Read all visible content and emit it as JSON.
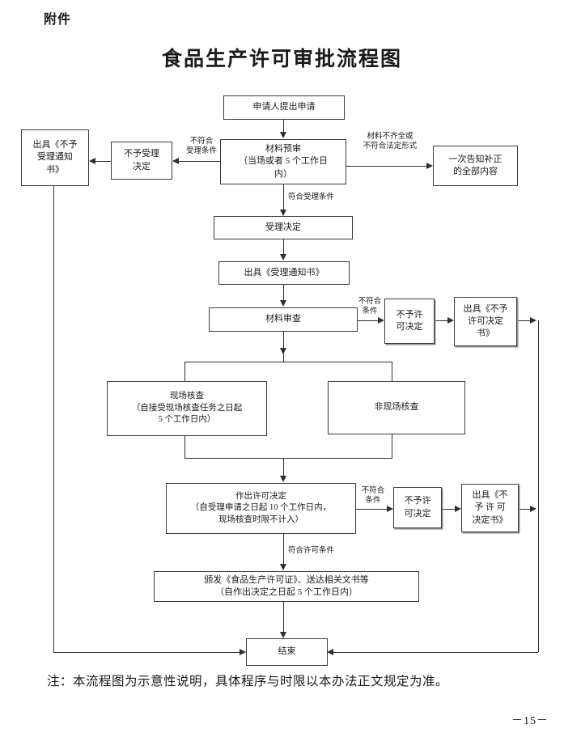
{
  "document": {
    "attachment_label": "附件",
    "title": "食品生产许可审批流程图",
    "footer_note": "注：本流程图为示意性说明，具体程序与时限以本办法正文规定为准。",
    "page_number": "－15－"
  },
  "nodes": {
    "apply": "申请人提出申请",
    "pre_review": "材料预审\n（当场或者 5 个工作日\n内）",
    "reject_accept_decision": "不予受理\n决定",
    "issue_reject_accept_notice": "出具《不予\n受理通知\n书》",
    "notify_correction": "一次告知补正\n的全部内容",
    "accept_decision": "受理决定",
    "issue_accept_notice": "出具《受理通知书》",
    "material_review": "材料审查",
    "reject_permit_decision_1": "不予许\n可决定",
    "issue_reject_permit_notice_1": "出具《不予\n许可决定\n书》",
    "onsite_check": "现场核查\n（自接受现场核查任务之日起\n5 个工作日内）",
    "offsite_check": "非现场核查",
    "permit_decision": "作出许可决定\n（自受理申请之日起 10 个工作日内，\n现场核查时限不计入）",
    "reject_permit_decision_2": "不予许\n可决定",
    "issue_reject_permit_notice_2": "出具《不\n予 许 可\n决定书》",
    "issue_license": "颁发《食品生产许可证》、送达相关文书等\n（自作出决定之日起 5 个工作日内）",
    "end": "结束"
  },
  "edge_labels": {
    "not_meet_accept_conditions": "不符合\n受理条件",
    "material_incomplete": "材料不齐全或\n不符合法定形式",
    "meet_accept_conditions": "符合受理条件",
    "not_meet_conditions_1": "不符合\n条件",
    "not_meet_conditions_2": "不符合\n条件",
    "meet_permit_conditions": "符合许可条件"
  }
}
